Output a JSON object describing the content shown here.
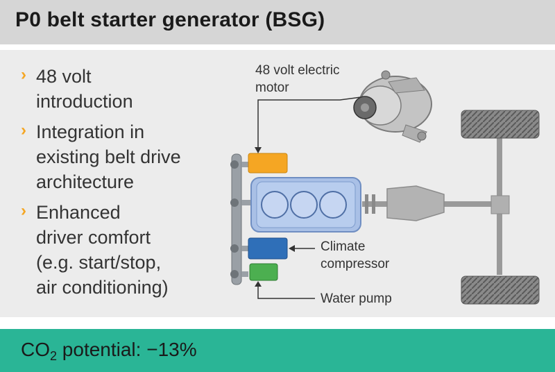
{
  "title": "P0 belt starter generator (BSG)",
  "bullets": [
    {
      "lines": [
        "48 volt",
        "introduction"
      ]
    },
    {
      "lines": [
        "Integration in",
        "existing belt drive",
        "architecture"
      ]
    },
    {
      "lines": [
        "Enhanced",
        "driver comfort",
        "(e.g. start/stop,",
        "air conditioning)"
      ]
    }
  ],
  "diagram": {
    "motor_label": [
      "48 volt electric",
      "motor"
    ],
    "compressor_label": [
      "Climate",
      "compressor"
    ],
    "pump_label": "Water pump"
  },
  "footer": {
    "prefix": "CO",
    "subscript": "2",
    "suffix": " potential: −13%"
  },
  "colors": {
    "title_bar": "#d6d6d6",
    "panel": "#ececec",
    "bullet_accent": "#f5a623",
    "footer_bar": "#2ab596",
    "motor_box": "#f5a623",
    "engine": "#a9c0e6",
    "compressor_box": "#2f6fb8",
    "pump_box": "#4caf50"
  }
}
